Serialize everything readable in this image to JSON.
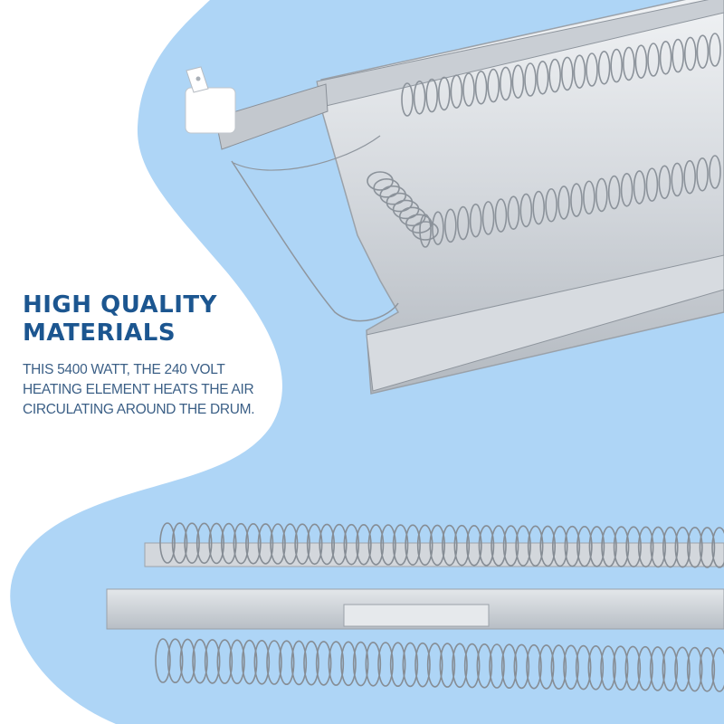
{
  "colors": {
    "background": "#ffffff",
    "blob": "#aed5f6",
    "headline": "#1c5690",
    "body": "#3b5f86",
    "metal_light": "#eef0f3",
    "metal_mid": "#c7ccd2",
    "metal_dark": "#8e959d",
    "ceramic": "#ffffff"
  },
  "content": {
    "headline_line1": "HIGH QUALITY",
    "headline_line2": "MATERIALS",
    "body_line1": "THIS 5400 WATT, THE 240 VOLT",
    "body_line2": "HEATING ELEMENT HEATS THE AIR",
    "body_line3": "CIRCULATING AROUND THE DRUM."
  },
  "images": {
    "top_product": "dryer heating element close-up with thermal fuse and wire lead",
    "bottom_product": "dryer heating element side view with coiled heater wires"
  }
}
